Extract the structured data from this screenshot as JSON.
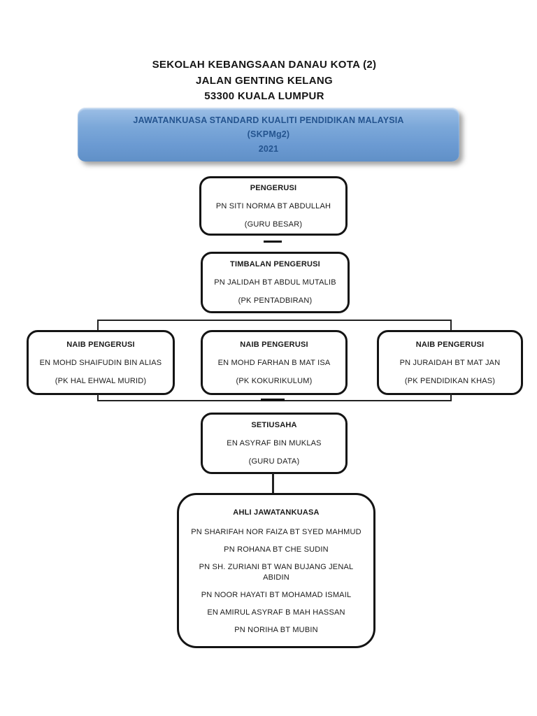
{
  "document": {
    "school": {
      "name": "SEKOLAH KEBANGSAAN DANAU KOTA (2)",
      "address_line1": "JALAN GENTING KELANG",
      "address_line2": "53300 KUALA LUMPUR"
    },
    "banner": {
      "title": "JAWATANKUASA STANDARD KUALITI PENDIDIKAN MALAYSIA",
      "subtitle": "(SKPMg2)",
      "year": "2021",
      "fill_top_color": "#9dbfe6",
      "fill_bottom_color": "#6090c7",
      "text_color": "#24548f"
    },
    "org": {
      "pengerusi": {
        "title": "PENGERUSI",
        "name": "PN SITI NORMA BT ABDULLAH",
        "role": "(GURU BESAR)"
      },
      "timbalan_pengerusi": {
        "title": "TIMBALAN PENGERUSI",
        "name": "PN JALIDAH BT ABDUL MUTALIB",
        "role": "(PK PENTADBIRAN)"
      },
      "naib_pengerusi_left": {
        "title": "NAIB PENGERUSI",
        "name": "EN MOHD SHAIFUDIN BIN ALIAS",
        "role": "(PK HAL EHWAL MURID)"
      },
      "naib_pengerusi_middle": {
        "title": "NAIB PENGERUSI",
        "name": "EN MOHD FARHAN B MAT ISA",
        "role": "(PK KOKURIKULUM)"
      },
      "naib_pengerusi_right": {
        "title": "NAIB PENGERUSI",
        "name": "PN JURAIDAH BT MAT JAN",
        "role": "(PK PENDIDIKAN KHAS)"
      },
      "setiusaha": {
        "title": "SETIUSAHA",
        "name": "EN ASYRAF BIN MUKLAS",
        "role": "(GURU DATA)"
      },
      "ahli_jawatankuasa": {
        "title": "AHLI JAWATANKUASA",
        "members": [
          "PN SHARIFAH NOR FAIZA BT SYED MAHMUD",
          "PN ROHANA BT CHE SUDIN",
          "PN SH. ZURIANI BT WAN BUJANG JENAL ABIDIN",
          "PN NOOR HAYATI BT MOHAMAD ISMAIL",
          "EN AMIRUL ASYRAF B MAH HASSAN",
          "PN NORIHA BT MUBIN"
        ]
      }
    }
  }
}
